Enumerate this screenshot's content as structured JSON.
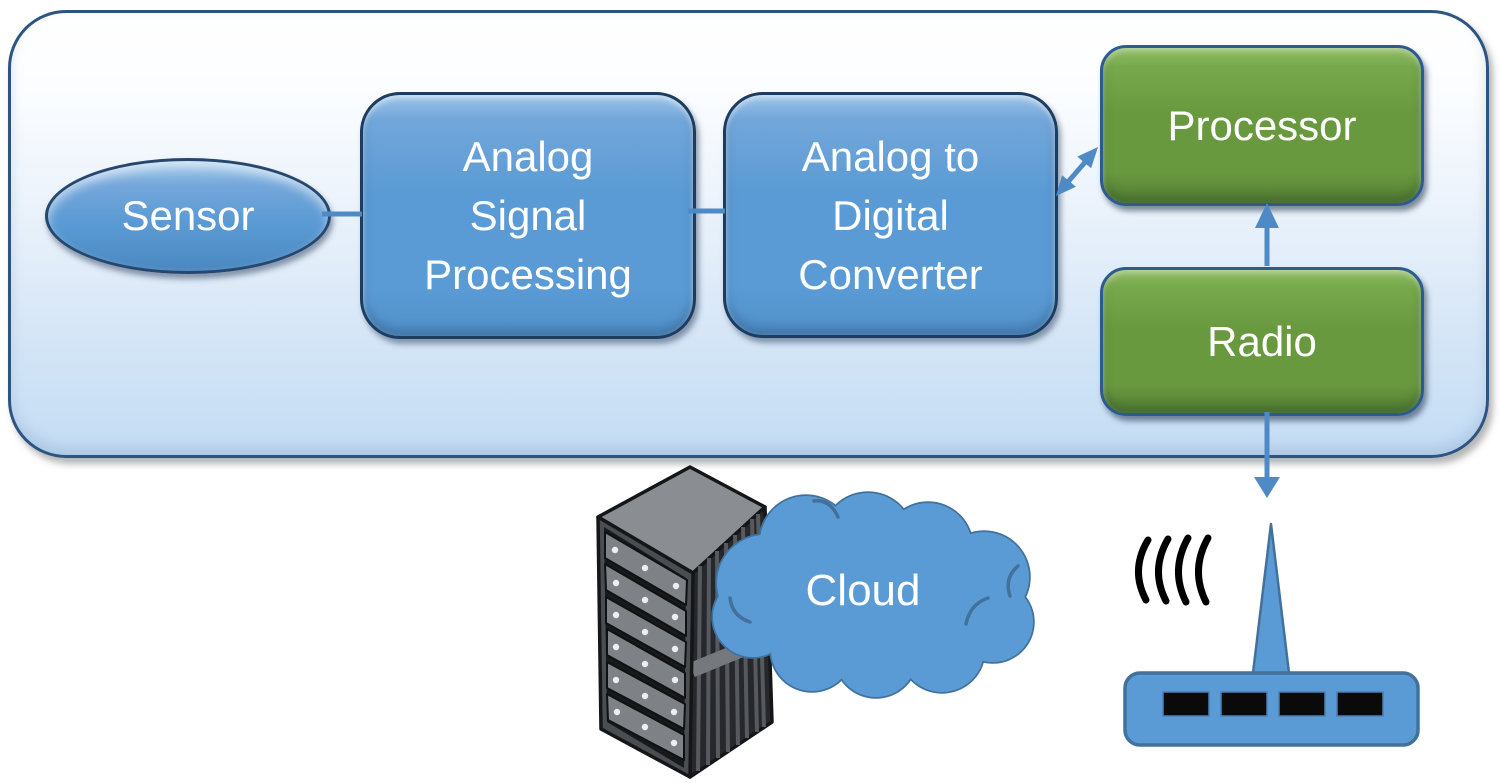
{
  "nodes": {
    "sensor": {
      "label": "Sensor"
    },
    "asp": {
      "lines": [
        "Analog",
        "Signal",
        "Processing"
      ]
    },
    "adc": {
      "lines": [
        "Analog to",
        "Digital",
        "Converter"
      ]
    },
    "processor": {
      "label": "Processor"
    },
    "radio": {
      "label": "Radio"
    },
    "cloud": {
      "label": "Cloud"
    }
  },
  "icons": [
    "server-rack-icon",
    "cloud-icon",
    "router-antenna-icon",
    "radio-waves-icon",
    "arrow-adc-processor-bidirectional",
    "arrow-radio-to-processor",
    "arrow-radio-to-router"
  ],
  "colors": {
    "shape_blue": "#5b9bd5",
    "shape_blue_border": "#1d3d60",
    "shape_green": "#69993f",
    "green_border": "#2e5b8f",
    "enclosure_border": "#2d5582",
    "enclosure_fill_bottom": "#c3dcf4",
    "connector_blue": "#4e8ac6",
    "cloud_outline": "#41719c",
    "waves": "#000000",
    "server_gray_top": "#8a8e92",
    "server_gray_front": "#4a4e53",
    "server_dark_side": "#26282b",
    "text": "#ffffff"
  }
}
